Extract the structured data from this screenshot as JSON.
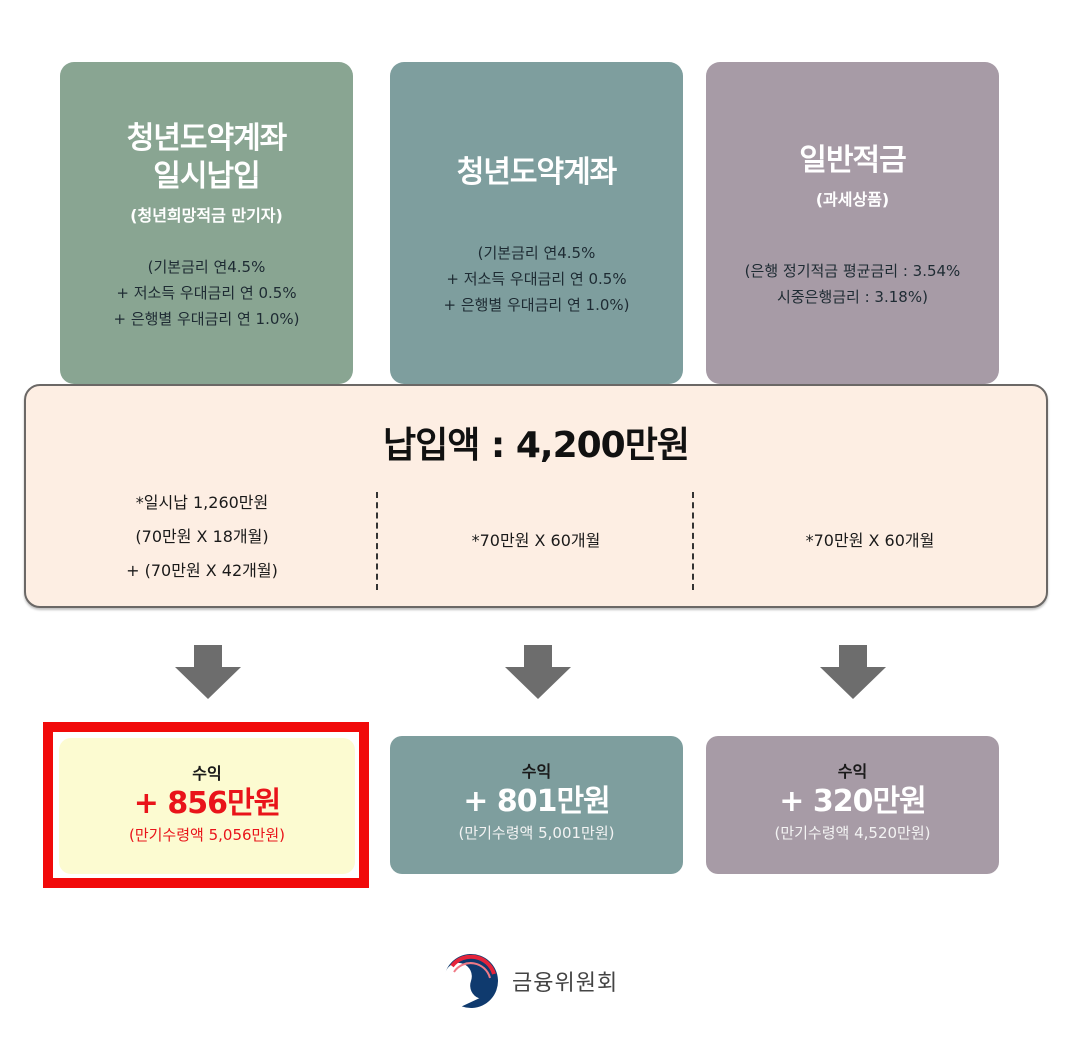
{
  "products": [
    {
      "title_line1": "청년도약계좌",
      "title_line2": "일시납입",
      "subtitle": "(청년희망적금 만기자)",
      "rates": [
        "(기본금리 연4.5%",
        "+ 저소득 우대금리 연 0.5%",
        "+ 은행별 우대금리 연 1.0%)"
      ],
      "color": "#89a592"
    },
    {
      "title_line1": "청년도약계좌",
      "rates": [
        "(기본금리 연4.5%",
        "+ 저소득 우대금리 연 0.5%",
        "+ 은행별 우대금리 연 1.0%)"
      ],
      "color": "#7e9e9e"
    },
    {
      "title_line1": "일반적금",
      "subtitle": "(과세상품)",
      "rates": [
        "(은행 정기적금 평균금리 : 3.54%",
        "시중은행금리 : 3.18%)"
      ],
      "color": "#a79ba6"
    }
  ],
  "payment": {
    "title": "납입액 : 4,200만원",
    "columns": [
      [
        "*일시납 1,260만원",
        "(70만원 X 18개월)",
        "+ (70만원 X 42개월)"
      ],
      [
        "*70만원 X 60개월"
      ],
      [
        "*70만원 X 60개월"
      ]
    ],
    "background": "#fdeee3"
  },
  "results": [
    {
      "label": "수익",
      "amount": "+ 856만원",
      "total": "(만기수령액 5,056만원)",
      "highlighted": true,
      "color": "#fcfbd1"
    },
    {
      "label": "수익",
      "amount": "+ 801만원",
      "total": "(만기수령액 5,001만원)",
      "color": "#7e9e9e"
    },
    {
      "label": "수익",
      "amount": "+ 320만원",
      "total": "(만기수령액 4,520만원)",
      "color": "#a79ba6"
    }
  ],
  "highlight_color": "#f10a0a",
  "footer": {
    "logo_icon": "korea-government-taegeuk-logo",
    "org_name": "금융위원회"
  }
}
